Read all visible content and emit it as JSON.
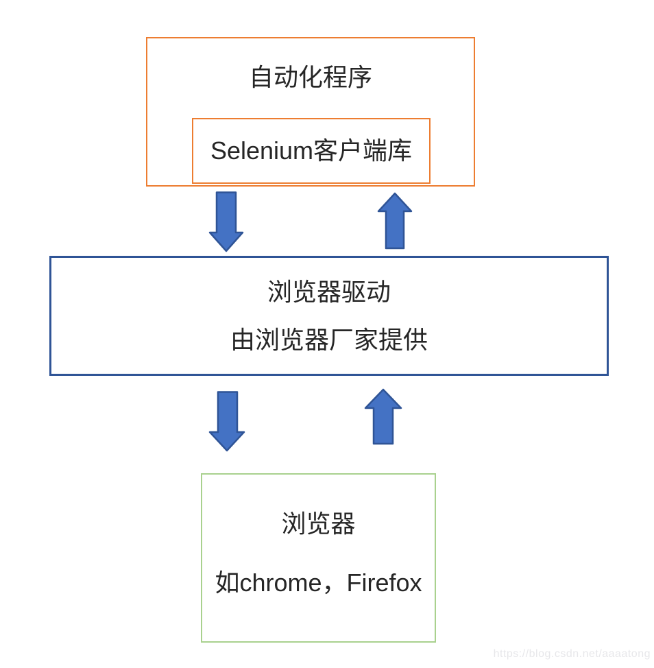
{
  "diagram": {
    "top_box": {
      "title": "自动化程序",
      "inner_box_label": "Selenium客户端库"
    },
    "middle_box": {
      "line1": "浏览器驱动",
      "line2": "由浏览器厂家提供"
    },
    "bottom_box": {
      "line1": "浏览器",
      "line2": "如chrome，Firefox"
    },
    "arrows": [
      {
        "direction": "down",
        "between": "automation-program and browser-driver"
      },
      {
        "direction": "up",
        "between": "browser-driver and automation-program"
      },
      {
        "direction": "down",
        "between": "browser-driver and browser"
      },
      {
        "direction": "up",
        "between": "browser and browser-driver"
      }
    ],
    "watermark": "https://blog.csdn.net/aaaatong",
    "colors": {
      "top_box_border": "#ED7D31",
      "middle_box_border": "#2F5496",
      "bottom_box_border": "#A9D18E",
      "arrow_fill": "#4472C4",
      "arrow_stroke": "#2F5496",
      "text": "#262626",
      "watermark": "#E7E7EA"
    }
  }
}
